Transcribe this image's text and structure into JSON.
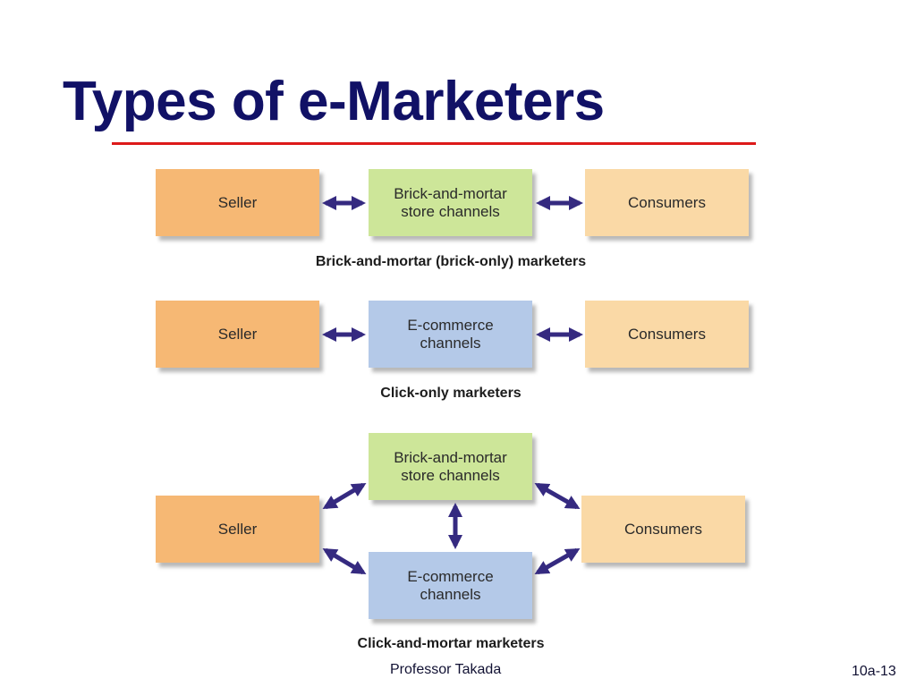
{
  "slide": {
    "title": "Types of e-Marketers",
    "footer_center": "Professor Takada",
    "footer_right": "10a-13"
  },
  "colors": {
    "title": "#111166",
    "rule": "#dd1a1a",
    "arrow": "#352a80",
    "seller": "#f6b874",
    "brick": "#cde699",
    "ecommerce": "#b4c9e8",
    "consumers": "#fad9a6"
  },
  "diagrams": [
    {
      "caption": "Brick-and-mortar (brick-only) marketers",
      "seller": "Seller",
      "channel": "Brick-and-mortar\nstore channels",
      "consumers": "Consumers"
    },
    {
      "caption": "Click-only marketers",
      "seller": "Seller",
      "channel": "E-commerce\nchannels",
      "consumers": "Consumers"
    },
    {
      "caption": "Click-and-mortar marketers",
      "seller": "Seller",
      "channel_top": "Brick-and-mortar\nstore channels",
      "channel_bottom": "E-commerce\nchannels",
      "consumers": "Consumers"
    }
  ]
}
